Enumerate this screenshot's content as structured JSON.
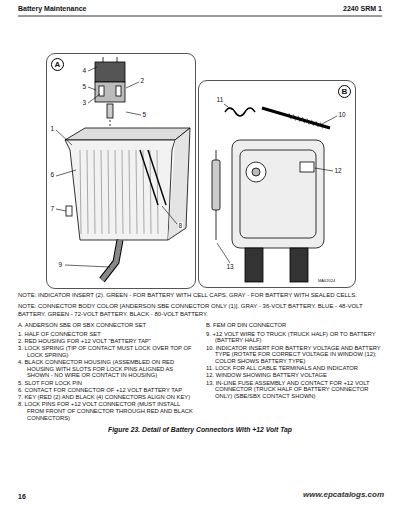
{
  "diagram": {
    "title": "Battery Maintenance",
    "caption": "Figure 23. Detail of Battery Connectors With +12 Volt Tap",
    "nodes": [
      {
        "text": [
          "A"
        ]
      },
      {
        "text": [
          "B"
        ]
      }
    ],
    "labels": [
      "2240 SRM 1",
      "4",
      "5",
      "3",
      "2",
      "1",
      "6",
      "7",
      "5",
      "8",
      "9",
      "11",
      "10",
      "12",
      "13",
      "MA02024",
      "NOTE: INDICATOR INSERT (2). GREEN - FOR BATTERY WITH CELL CAPS. GRAY - FOR BATTERY WITH SEALED CELLS.",
      "NOTE: CONNECTOR BODY COLOR [ANDERSON SBE CONNECTOR ONLY (1)]. GRAY - 36-VOLT BATTERY. BLUE - 48-VOLT BATTERY. GREEN - 72-VOLT BATTERY. BLACK - 80-VOLT BATTERY.",
      "A. ANDERSON SBE OR SBX CONNECTOR SET",
      "1. HALF OF CONNECTOR SET",
      "2. RED HOUSING FOR +12 VOLT \"BATTERY TAP\"",
      "3. LOCK SPRING (TIP OF CONTACT MUST LOCK OVER TOP OF LOCK SPRING)",
      "4. BLACK CONNECTOR HOUSING (ASSEMBLED ON RED HOUSING WITH SLOTS FOR LOCK PINS ALIGNED AS SHOWN - NO WIRE OR CONTACT IN HOUSING)",
      "5. SLOT FOR LOCK PIN",
      "6. CONTACT FOR CONNECTOR OF +12 VOLT BATTERY TAP",
      "7. KEY (RED (2) AND BLACK (4) CONNECTORS ALIGN ON KEY)",
      "8. LOCK PINS FOR +12 VOLT CONNECTOR (MUST INSTALL FROM FRONT OF CONNECTOR THROUGH RED AND BLACK CONNECTORS)",
      "B. FEM OR DIN CONNECTOR",
      "9. +12 VOLT WIRE TO TRUCK (TRUCK HALF) OR TO BATTERY (BATTERY HALF)",
      "10. INDICATOR INSERT FOR BATTERY VOLTAGE AND BATTERY TYPE (ROTATE FOR CORRECT VOLTAGE IN WINDOW (12); COLOR SHOWS BATTERY TYPE)",
      "11. LOCK FOR ALL CABLE TERMINALS AND INDICATOR",
      "12. WINDOW SHOWING BATTERY VOLTAGE",
      "13. IN-LINE FUSE ASSEMBLY AND CONTACT FOR +12 VOLT CONNECTOR (TRUCK HALF OF BATTERY CONNECTOR ONLY) (SBE/SBX CONTACT SHOWN)",
      "16",
      "www.epcatalogs.com"
    ]
  }
}
